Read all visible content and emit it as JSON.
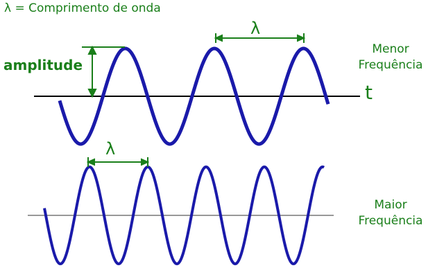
{
  "caption": "λ = Comprimento de onda",
  "amplitude_label": "amplitude",
  "time_label": "t",
  "wavelength_symbol": "λ",
  "top_wave": {
    "line1": "Menor",
    "line2": "Frequência"
  },
  "bottom_wave": {
    "line1": "Maior",
    "line2": "Frequência"
  },
  "colors": {
    "label_green": "#1a7f1a",
    "wave_blue": "#1a1aaa",
    "axis": "#000000"
  }
}
